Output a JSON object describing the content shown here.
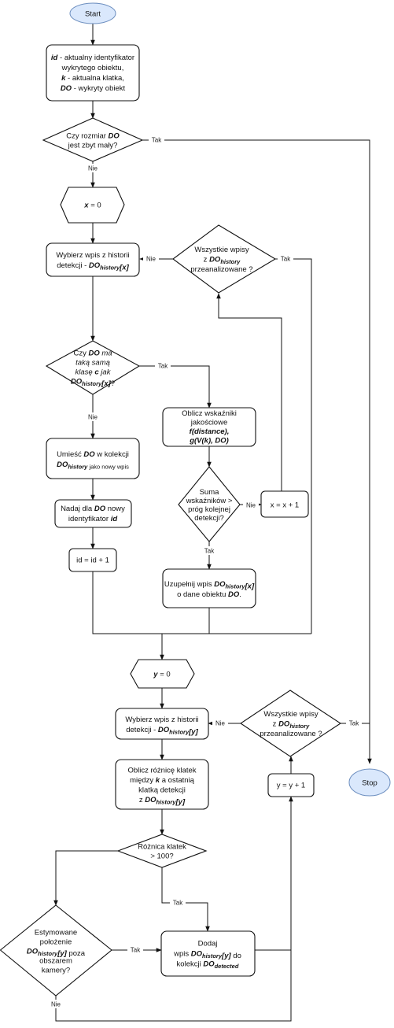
{
  "nodes": {
    "start": {
      "lines": [
        [
          {
            "t": "Start"
          }
        ]
      ]
    },
    "intro": {
      "lines": [
        [
          {
            "t": "id",
            "s": "bi"
          },
          {
            "t": "  - aktualny identyfikator"
          }
        ],
        [
          {
            "t": "wykrytego obiektu,"
          }
        ],
        [
          {
            "t": "k",
            "s": "bi"
          },
          {
            "t": " - aktualna klatka,"
          }
        ],
        [
          {
            "t": "DO",
            "s": "bi"
          },
          {
            "t": " - wykryty obiekt"
          }
        ]
      ]
    },
    "size_check": {
      "lines": [
        [
          {
            "t": "Czy rozmiar "
          },
          {
            "t": "DO",
            "s": "bi"
          }
        ],
        [
          {
            "t": "jest zbyt mały?"
          }
        ]
      ]
    },
    "x_init": {
      "lines": [
        [
          {
            "t": "x",
            "s": "bi"
          },
          {
            "t": " = 0"
          }
        ]
      ]
    },
    "select_x": {
      "lines": [
        [
          {
            "t": "Wybierz wpis z historii"
          }
        ],
        [
          {
            "t": "detekcji - "
          },
          {
            "t": "DO",
            "s": "bi"
          },
          {
            "t": "history",
            "s": "bisub"
          },
          {
            "t": "[x]",
            "s": "bi"
          }
        ]
      ]
    },
    "all_checked_1": {
      "lines": [
        [
          {
            "t": "Wszystkie wpisy"
          }
        ],
        [
          {
            "t": "z "
          },
          {
            "t": "DO",
            "s": "bi"
          },
          {
            "t": "history",
            "s": "bisub"
          }
        ],
        [
          {
            "t": "przeanalizowane ?"
          }
        ]
      ]
    },
    "same_class": {
      "lines": [
        [
          {
            "t": "Czy "
          },
          {
            "t": "DO",
            "s": "bi"
          },
          {
            "t": " ma",
            "s": "i"
          }
        ],
        [
          {
            "t": "taką samą",
            "s": "i"
          }
        ],
        [
          {
            "t": "klasę ",
            "s": "i"
          },
          {
            "t": "c",
            "s": "bi"
          },
          {
            "t": " jak",
            "s": "i"
          }
        ],
        [
          {
            "t": "DO",
            "s": "bi"
          },
          {
            "t": "history",
            "s": "bisub"
          },
          {
            "t": "[x]",
            "s": "bi"
          },
          {
            "t": "?"
          }
        ]
      ]
    },
    "quality": {
      "lines": [
        [
          {
            "t": "Oblicz wskaźniki"
          }
        ],
        [
          {
            "t": "jakościowe"
          }
        ],
        [
          {
            "t": "f(distance),",
            "s": "bi"
          }
        ],
        [
          {
            "t": "g(V(k), DO)",
            "s": "bi"
          }
        ]
      ]
    },
    "add_new": {
      "lines": [
        [
          {
            "t": "Umieść "
          },
          {
            "t": "DO",
            "s": "bi"
          },
          {
            "t": " w kolekcji"
          }
        ],
        [
          {
            "t": "DO",
            "s": "bi"
          },
          {
            "t": "history",
            "s": "bisub"
          },
          {
            "t": " jako nowy wpis",
            "s": "sm"
          }
        ]
      ]
    },
    "sum_check": {
      "lines": [
        [
          {
            "t": "Suma"
          }
        ],
        [
          {
            "t": "wskaźników >"
          }
        ],
        [
          {
            "t": "próg kolejnej"
          }
        ],
        [
          {
            "t": "detekcji?"
          }
        ]
      ]
    },
    "x_inc": {
      "lines": [
        [
          {
            "t": "x = x + 1"
          }
        ]
      ]
    },
    "assign_id": {
      "lines": [
        [
          {
            "t": "Nadaj dla "
          },
          {
            "t": "DO",
            "s": "bi"
          },
          {
            "t": " nowy"
          }
        ],
        [
          {
            "t": "identyfikator "
          },
          {
            "t": "id",
            "s": "bi"
          }
        ]
      ]
    },
    "id_inc": {
      "lines": [
        [
          {
            "t": "id = id + 1"
          }
        ]
      ]
    },
    "update": {
      "lines": [
        [
          {
            "t": "Uzupełnij wpis "
          },
          {
            "t": "DO",
            "s": "bi"
          },
          {
            "t": "history",
            "s": "bisub"
          },
          {
            "t": "[x]",
            "s": "bi"
          }
        ],
        [
          {
            "t": "o dane obiektu "
          },
          {
            "t": "DO",
            "s": "bi"
          },
          {
            "t": "."
          }
        ]
      ]
    },
    "y_init": {
      "lines": [
        [
          {
            "t": "y",
            "s": "bi"
          },
          {
            "t": " = 0"
          }
        ]
      ]
    },
    "select_y": {
      "lines": [
        [
          {
            "t": "Wybierz wpis z historii"
          }
        ],
        [
          {
            "t": "detekcji - "
          },
          {
            "t": "DO",
            "s": "bi"
          },
          {
            "t": "history",
            "s": "bisub"
          },
          {
            "t": "[y]",
            "s": "bi"
          }
        ]
      ]
    },
    "all_checked_2": {
      "lines": [
        [
          {
            "t": "Wszystkie wpisy"
          }
        ],
        [
          {
            "t": "z "
          },
          {
            "t": "DO",
            "s": "bi"
          },
          {
            "t": "history",
            "s": "bisub"
          }
        ],
        [
          {
            "t": "przeanalizowane ?"
          }
        ]
      ]
    },
    "stop": {
      "lines": [
        [
          {
            "t": "Stop"
          }
        ]
      ]
    },
    "frame_diff": {
      "lines": [
        [
          {
            "t": "Oblicz różnicę klatek"
          }
        ],
        [
          {
            "t": "między "
          },
          {
            "t": "k",
            "s": "bi"
          },
          {
            "t": " a ostatnią"
          }
        ],
        [
          {
            "t": "klatką detekcji"
          }
        ],
        [
          {
            "t": "z "
          },
          {
            "t": "DO",
            "s": "bi"
          },
          {
            "t": "history",
            "s": "bisub"
          },
          {
            "t": "[y]",
            "s": "bi"
          }
        ]
      ]
    },
    "y_inc": {
      "lines": [
        [
          {
            "t": "y = y + 1"
          }
        ]
      ]
    },
    "diff_check": {
      "lines": [
        [
          {
            "t": "Różnica klatek"
          }
        ],
        [
          {
            "t": "> 100?"
          }
        ]
      ]
    },
    "outside": {
      "lines": [
        [
          {
            "t": "Estymowane"
          }
        ],
        [
          {
            "t": "położenie"
          }
        ],
        [
          {
            "t": "DO",
            "s": "bi"
          },
          {
            "t": "history",
            "s": "bisub"
          },
          {
            "t": "[y]",
            "s": "bi"
          },
          {
            "t": "  poza"
          }
        ],
        [
          {
            "t": "obszarem"
          }
        ],
        [
          {
            "t": "kamery?"
          }
        ]
      ]
    },
    "add_detected": {
      "lines": [
        [
          {
            "t": "Dodaj"
          }
        ],
        [
          {
            "t": "wpis "
          },
          {
            "t": "DO",
            "s": "bi"
          },
          {
            "t": "history",
            "s": "bisub"
          },
          {
            "t": "[y]",
            "s": "bi"
          },
          {
            "t": " do"
          }
        ],
        [
          {
            "t": "kolekcji "
          },
          {
            "t": "DO",
            "s": "bi"
          },
          {
            "t": "detected",
            "s": "bisub"
          }
        ]
      ]
    }
  },
  "edge_labels": {
    "size_yes": "Tak",
    "size_no": "Nie",
    "all1_no": "Nie",
    "all1_yes": "Tak",
    "class_yes": "Tak",
    "class_no": "Nie",
    "sum_no": "Nie",
    "sum_yes": "Tak",
    "all2_no": "Nie",
    "all2_yes": "Tak",
    "diff_yes": "Tak",
    "outside_yes": "Tak",
    "outside_no": "Nie"
  },
  "colors": {
    "terminal_fill": "#dae8fc",
    "terminal_stroke": "#6c8ebf",
    "line": "#111111"
  }
}
